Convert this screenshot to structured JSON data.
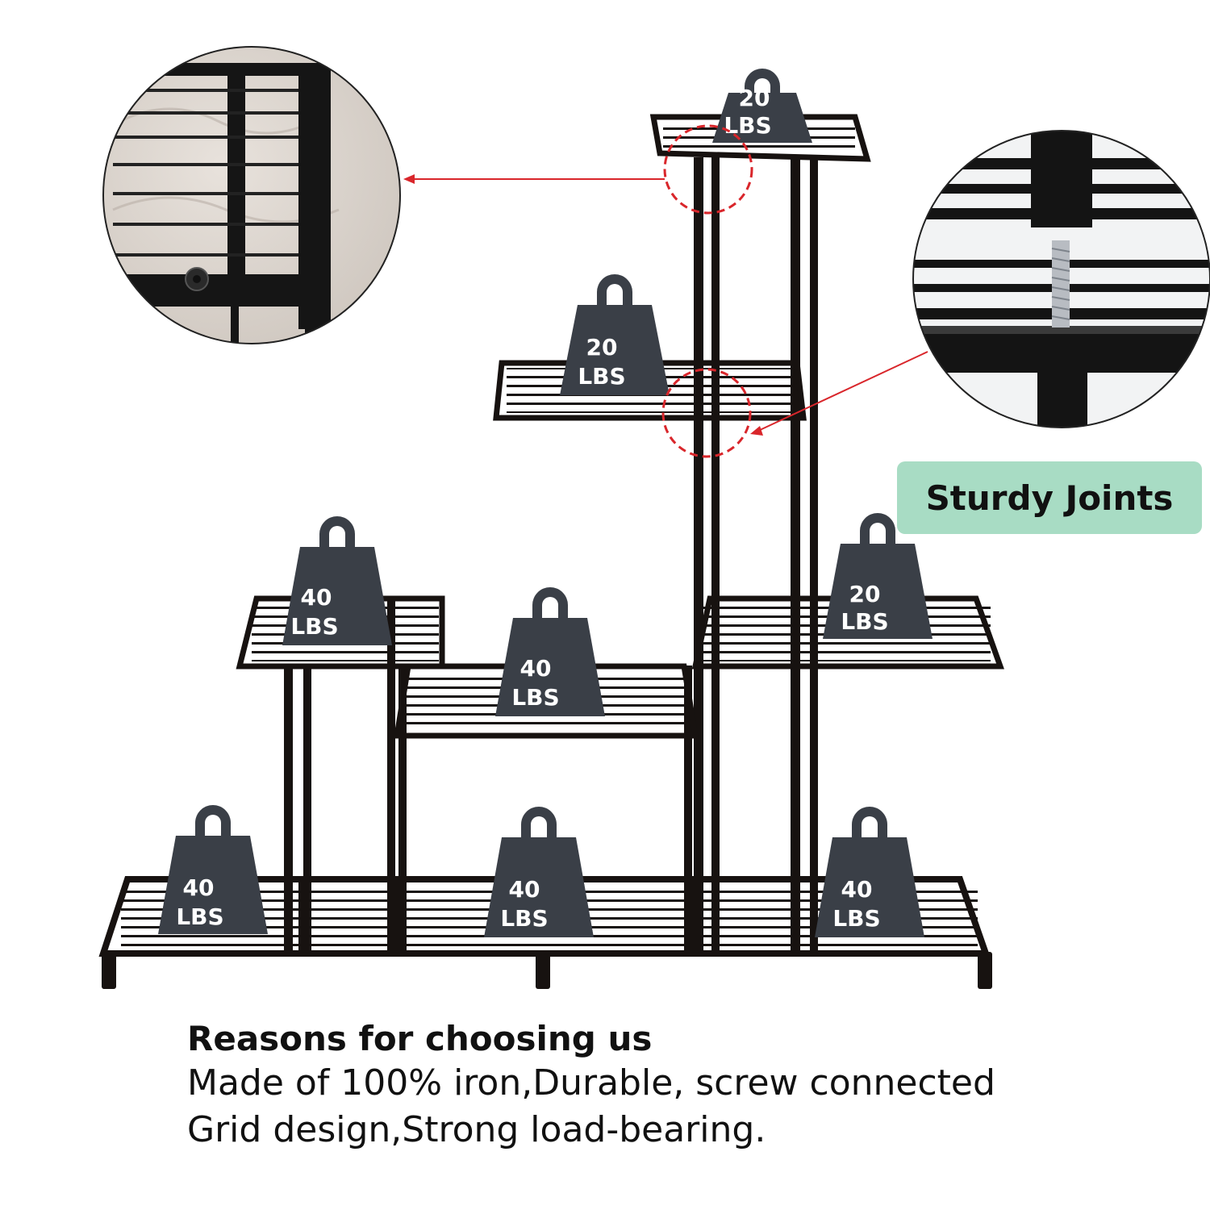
{
  "badge": {
    "label": "Sturdy Joints"
  },
  "weights": [
    {
      "value": "20",
      "unit": "LBS"
    },
    {
      "value": "20",
      "unit": "LBS"
    },
    {
      "value": "40",
      "unit": "LBS"
    },
    {
      "value": "40",
      "unit": "LBS"
    },
    {
      "value": "20",
      "unit": "LBS"
    },
    {
      "value": "40",
      "unit": "LBS"
    },
    {
      "value": "40",
      "unit": "LBS"
    },
    {
      "value": "40",
      "unit": "LBS"
    }
  ],
  "caption": {
    "headline": "Reasons for choosing us",
    "line1": "Made of 100% iron,Durable, screw connected",
    "line2": "Grid design,Strong load-bearing."
  },
  "colors": {
    "frame": "#171210",
    "weight": "#3a3f47",
    "callout_line": "#d9262b",
    "badge_bg": "#a8dcc4"
  }
}
